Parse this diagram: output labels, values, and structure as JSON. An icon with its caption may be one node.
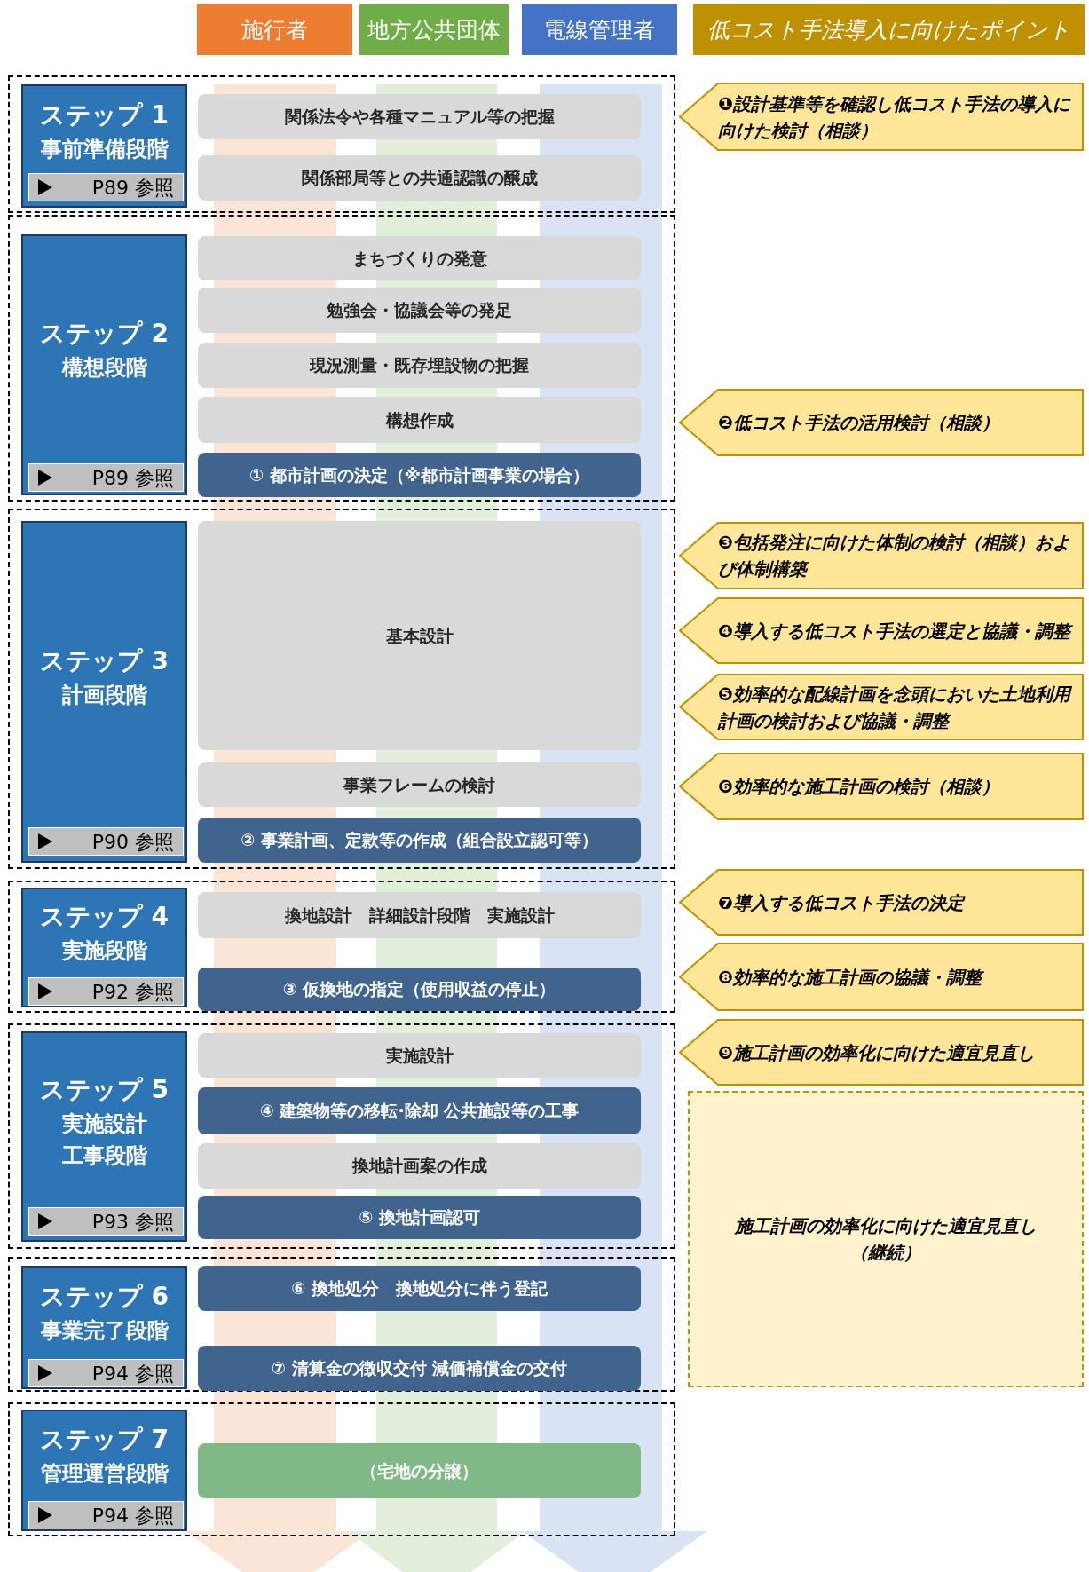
{
  "diagram": {
    "nodes": [
      {
        "text": [
          "施行者"
        ]
      },
      {
        "text": [
          "地方公共団体"
        ]
      },
      {
        "text": [
          "電線管理者"
        ]
      },
      {
        "text": [
          "低コスト手法導入に向けたポイント"
        ]
      },
      {
        "text": [],
        "shape": "box"
      },
      {
        "text": [
          "ステップ 1",
          "事前準備段階"
        ],
        "in": 4
      },
      {
        "text": [
          "P89 参照"
        ],
        "in": 5
      },
      {
        "text": [
          "関係法令や各種マニュアル等の把握"
        ],
        "in": 4
      },
      {
        "text": [
          "関係部局等との共通認識の醸成"
        ],
        "in": 4
      },
      {
        "text": [
          "❶設計基準等を確認し低コスト手法の導入に向けた検討（相談）"
        ]
      },
      {
        "text": [],
        "shape": "box"
      },
      {
        "text": [
          "ステップ 2",
          "構想段階"
        ],
        "in": 10
      },
      {
        "text": [
          "P89 参照"
        ],
        "in": 11
      },
      {
        "text": [
          "まちづくりの発意"
        ],
        "in": 10
      },
      {
        "text": [
          "勉強会・協議会等の発足"
        ],
        "in": 10
      },
      {
        "text": [
          "現況測量・既存埋設物の把握"
        ],
        "in": 10
      },
      {
        "text": [
          "構想作成"
        ],
        "in": 10
      },
      {
        "text": [
          "① 都市計画の決定（※都市計画事業の場合）"
        ],
        "in": 10
      },
      {
        "text": [
          "❷低コスト手法の活用検討（相談）"
        ]
      },
      {
        "text": [],
        "shape": "box"
      },
      {
        "text": [
          "ステップ 3",
          "計画段階"
        ],
        "in": 19
      },
      {
        "text": [
          "P90 参照"
        ],
        "in": 20
      },
      {
        "text": [
          "基本設計"
        ],
        "in": 19
      },
      {
        "text": [
          "事業フレームの検討"
        ],
        "in": 19
      },
      {
        "text": [
          "② 事業計画、定款等の作成（組合設立認可等）"
        ],
        "in": 19
      },
      {
        "text": [
          "❸包括発注に向けた体制の検討（相談）および体制構築"
        ]
      },
      {
        "text": [
          "❹導入する低コスト手法の選定と協議・調整"
        ]
      },
      {
        "text": [
          "❺効率的な配線計画を念頭においた土地利用計画の検討および協議・調整"
        ]
      },
      {
        "text": [
          "❻効率的な施工計画の検討（相談）"
        ]
      },
      {
        "text": [],
        "shape": "box"
      },
      {
        "text": [
          "ステップ 4",
          "実施段階"
        ],
        "in": 29
      },
      {
        "text": [
          "P92 参照"
        ],
        "in": 30
      },
      {
        "text": [
          "**換地設計**　詳細設計段階　実施設計"
        ],
        "in": 29
      },
      {
        "text": [
          "③ 仮換地の指定（使用収益の停止）"
        ],
        "in": 29
      },
      {
        "text": [
          "❼導入する低コスト手法の決定"
        ]
      },
      {
        "text": [
          "❽効率的な施工計画の協議・調整"
        ]
      },
      {
        "text": [],
        "shape": "box"
      },
      {
        "text": [
          "ステップ 5",
          "実施設計",
          "工事段階"
        ],
        "in": 36
      },
      {
        "text": [
          "P93 参照"
        ],
        "in": 37
      },
      {
        "text": [
          "実施設計"
        ],
        "in": 36
      },
      {
        "text": [
          "④ 建築物等の移転·除却 公共施設等の工事"
        ],
        "in": 36
      },
      {
        "text": [
          "換地計画案の作成"
        ],
        "in": 36
      },
      {
        "text": [
          "⑤ 換地計画認可"
        ],
        "in": 36
      },
      {
        "text": [
          "❾施工計画の効率化に向けた適宜見直し"
        ]
      },
      {
        "text": [
          "施工計画の効率化に向けた適宜見直し",
          "（継続）"
        ]
      },
      {
        "text": [],
        "shape": "box"
      },
      {
        "text": [
          "ステップ 6",
          "事業完了段階"
        ],
        "in": 45
      },
      {
        "text": [
          "P94 参照"
        ],
        "in": 46
      },
      {
        "text": [
          "⑥ 換地処分　換地処分に伴う登記"
        ],
        "in": 45
      },
      {
        "text": [
          "⑦ 清算金の徴収交付 減価補償金の交付"
        ],
        "in": 45
      },
      {
        "text": [],
        "shape": "box"
      },
      {
        "text": [
          "ステップ 7",
          "管理運営段階"
        ],
        "in": 50
      },
      {
        "text": [
          "P94 参照"
        ],
        "in": 51
      },
      {
        "text": [
          "（宅地の分譲）"
        ],
        "in": 50
      }
    ]
  }
}
